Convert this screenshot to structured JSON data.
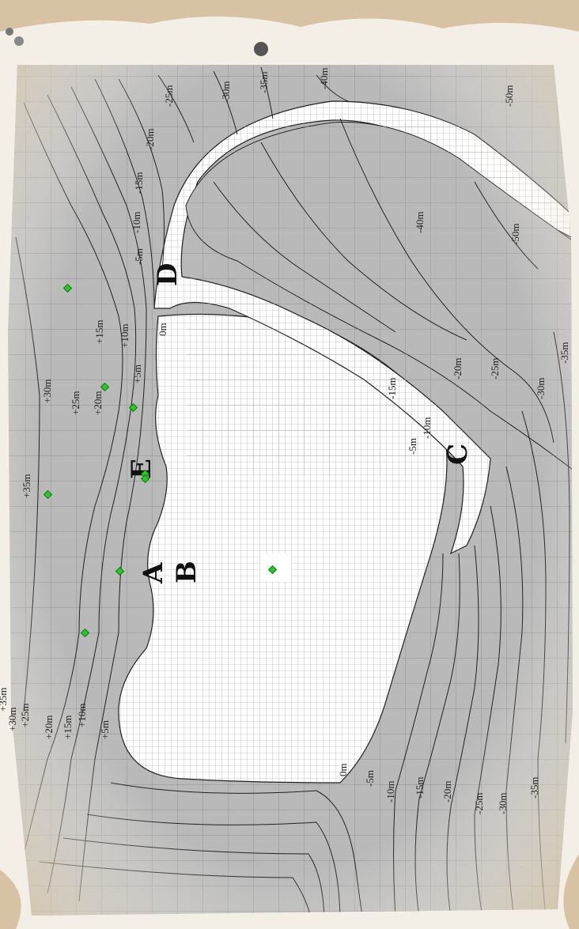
{
  "map": {
    "contour_labels": [
      {
        "text": "+35m",
        "id": "c-plus35-left"
      },
      {
        "text": "+30m",
        "id": "c-plus30-left"
      },
      {
        "text": "+25m",
        "id": "c-plus25-left"
      },
      {
        "text": "+20m",
        "id": "c-plus20-left"
      },
      {
        "text": "+15m",
        "id": "c-plus15-left"
      },
      {
        "text": "+10m",
        "id": "c-plus10-left"
      },
      {
        "text": "+5m",
        "id": "c-plus5-left"
      },
      {
        "text": "0m",
        "id": "c-zero-top"
      },
      {
        "text": "-5m",
        "id": "c-minus5-top"
      },
      {
        "text": "-10m",
        "id": "c-minus10-top"
      },
      {
        "text": "-15m",
        "id": "c-minus15-top"
      },
      {
        "text": "-20m",
        "id": "c-minus20-top"
      },
      {
        "text": "-25m",
        "id": "c-minus25-top"
      },
      {
        "text": "-30m",
        "id": "c-minus30-top"
      },
      {
        "text": "-35m",
        "id": "c-minus35-top"
      },
      {
        "text": "-40m",
        "id": "c-minus40-top"
      },
      {
        "text": "-50m",
        "id": "c-minus50-top"
      },
      {
        "text": "-40m",
        "id": "c-minus40-basin"
      },
      {
        "text": "-50m",
        "id": "c-minus50-right"
      },
      {
        "text": "-35m",
        "id": "c-minus35-right"
      },
      {
        "text": "-30m",
        "id": "c-minus30-right"
      },
      {
        "text": "-25m",
        "id": "c-minus25-right"
      },
      {
        "text": "-20m",
        "id": "c-minus20-right"
      },
      {
        "text": "-15m",
        "id": "c-minus15-right"
      },
      {
        "text": "-10m",
        "id": "c-minus10-right"
      },
      {
        "text": "-5m",
        "id": "c-minus5-right"
      },
      {
        "text": "0m",
        "id": "c-zero-bottom"
      },
      {
        "text": "-5m",
        "id": "c-minus5-bottom"
      },
      {
        "text": "-10m",
        "id": "c-minus10-bottom"
      },
      {
        "text": "-15m",
        "id": "c-minus15-bottom"
      },
      {
        "text": "-20m",
        "id": "c-minus20-bottom"
      },
      {
        "text": "-25m",
        "id": "c-minus25-bottom"
      },
      {
        "text": "-30m",
        "id": "c-minus30-bottom"
      },
      {
        "text": "-35m",
        "id": "c-minus35-bottom"
      },
      {
        "text": "+5m",
        "id": "c-plus5-bottom"
      },
      {
        "text": "+10m",
        "id": "c-plus10-bottom"
      },
      {
        "text": "+15m",
        "id": "c-plus15-bottom"
      },
      {
        "text": "+20m",
        "id": "c-plus20-bottom"
      },
      {
        "text": "+25m",
        "id": "c-plus25-bottom"
      },
      {
        "text": "+30m",
        "id": "c-plus30-bottom"
      },
      {
        "text": "+35m",
        "id": "c-plus35-bottom"
      },
      {
        "text": "+15m",
        "id": "c-plus15-mid"
      },
      {
        "text": "+10m",
        "id": "c-plus10-mid"
      },
      {
        "text": "+5m",
        "id": "c-plus5-mid"
      },
      {
        "text": "+20m",
        "id": "c-plus20-mid"
      },
      {
        "text": "+25m",
        "id": "c-plus25-mid"
      },
      {
        "text": "+30m",
        "id": "c-plus30-mid"
      },
      {
        "text": "-5m",
        "id": "c-minus5-left"
      },
      {
        "text": "-10m",
        "id": "c-minus10-left"
      },
      {
        "text": "-15m",
        "id": "c-minus15-left"
      },
      {
        "text": "-20m",
        "id": "c-minus20-left"
      },
      {
        "text": "-25m",
        "id": "c-minus25-left"
      },
      {
        "text": "-30m",
        "id": "c-minus30-left"
      },
      {
        "text": "-35m",
        "id": "c-minus35-left"
      },
      {
        "text": "0m",
        "id": "c-zero-left"
      }
    ],
    "markers": {
      "A": "A",
      "B": "B",
      "C": "C",
      "D": "D",
      "E": "E"
    },
    "colors": {
      "paper": "#efe9df",
      "paper_edge": "#d8c6a8",
      "land": "#b9b9b9",
      "grid_major": "#8e8e8e",
      "grid_fine": "#9f9f9f",
      "contour": "#222222",
      "point": "#22cc22"
    }
  }
}
